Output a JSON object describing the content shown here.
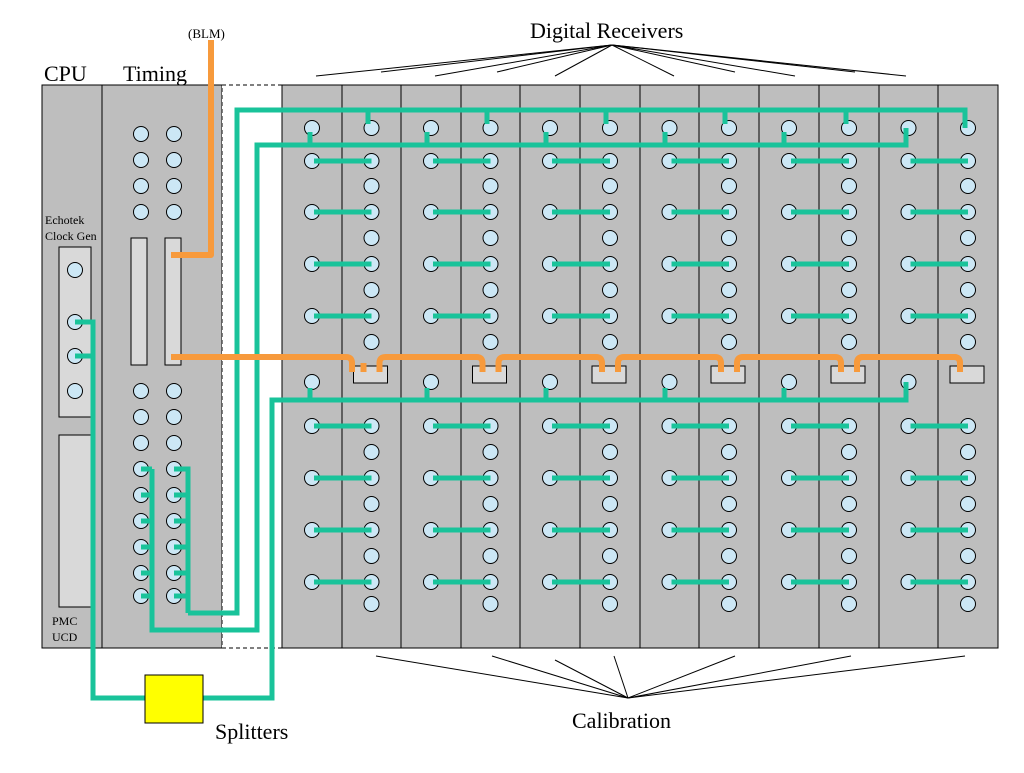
{
  "labels": {
    "blm": "(BLM)",
    "digital_receivers": "Digital Receivers",
    "cpu": "CPU",
    "timing": "Timing",
    "echotek_line1": "Echotek",
    "echotek_line2": "Clock Gen",
    "pmc_line1": "PMC",
    "pmc_line2": "UCD",
    "splitters": "Splitters",
    "calibration": "Calibration"
  },
  "colors": {
    "chassis": "#bebebe",
    "slot_border": "#000000",
    "connector_fill": "#cce7f5",
    "teal_cable": "#19c39a",
    "orange_cable": "#f79a3c",
    "splitter_box": "#ffff00",
    "panel_fill": "#d9d9d9"
  }
}
